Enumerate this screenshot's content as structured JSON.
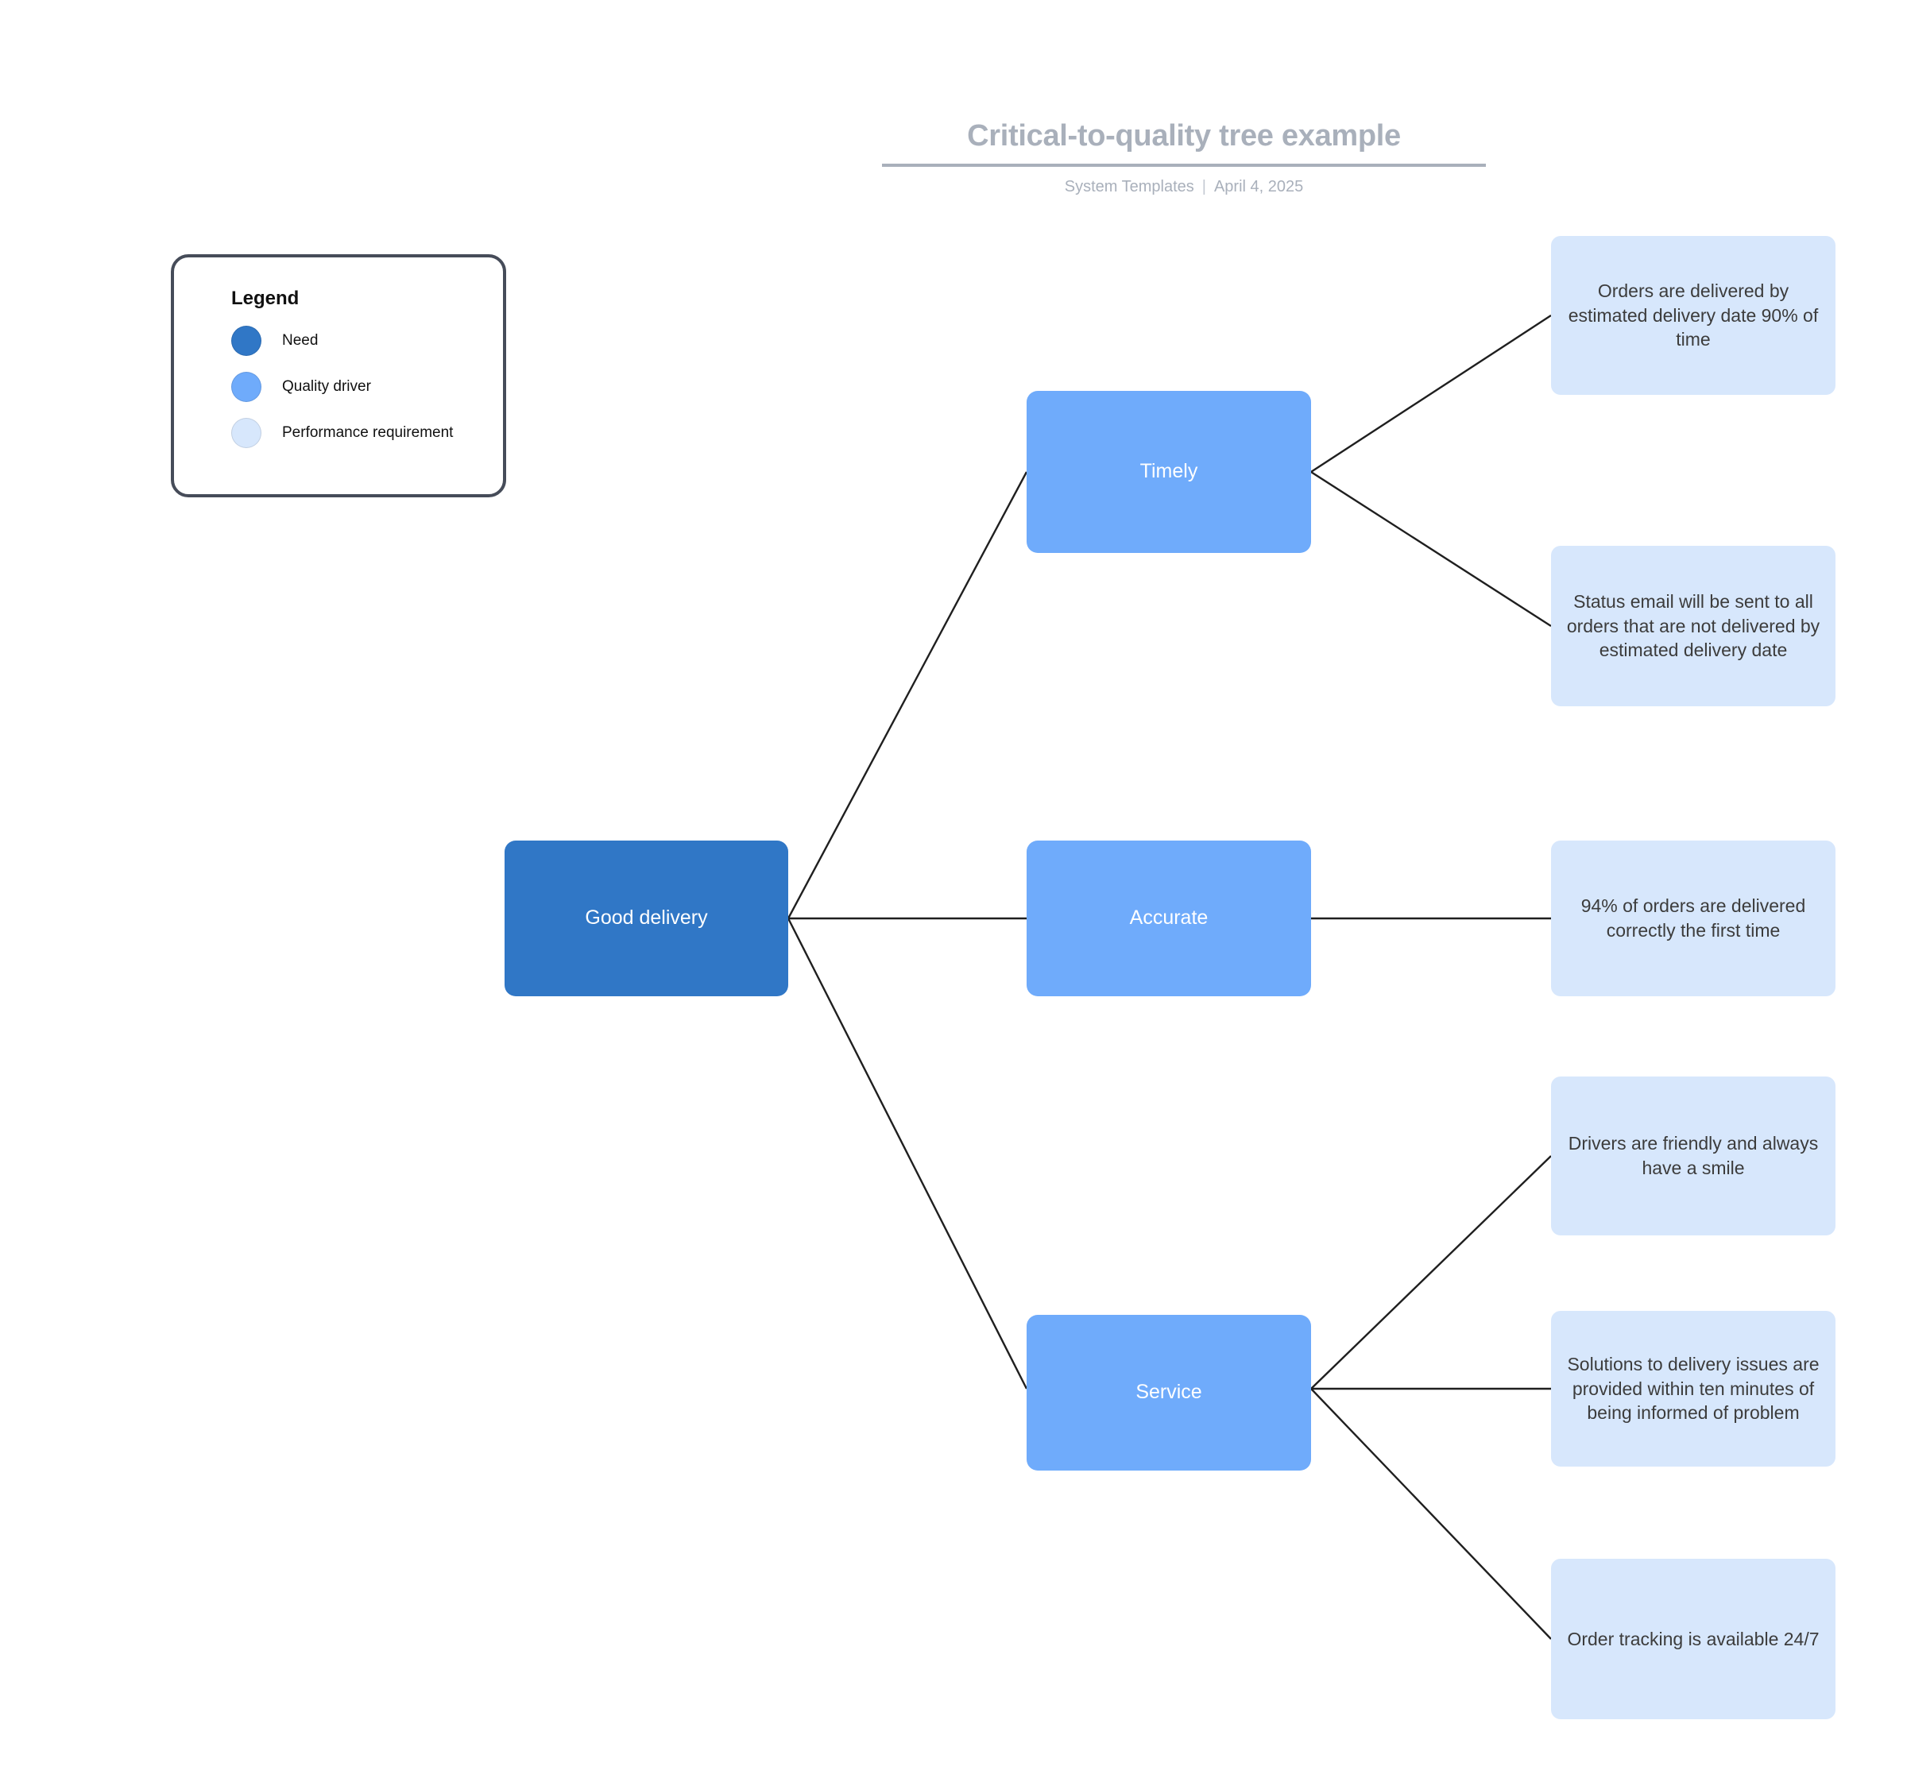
{
  "header": {
    "title": "Critical-to-quality tree example",
    "author": "System Templates",
    "separator": "|",
    "date": "April 4, 2025"
  },
  "legend": {
    "title": "Legend",
    "items": [
      {
        "label": "Need",
        "color": "#3077c6",
        "swatch_name": "need-swatch"
      },
      {
        "label": "Quality driver",
        "color": "#6fabfb",
        "swatch_name": "quality-driver-swatch"
      },
      {
        "label": "Performance requirement",
        "color": "#d7e7fc",
        "swatch_name": "performance-requirement-swatch"
      }
    ]
  },
  "diagram": {
    "type": "critical-to-quality-tree",
    "root": {
      "id": "good-delivery",
      "label": "Good delivery",
      "kind": "need",
      "color": "#3077c6"
    },
    "drivers": [
      {
        "id": "timely",
        "label": "Timely",
        "kind": "quality-driver",
        "color": "#6fabfb"
      },
      {
        "id": "accurate",
        "label": "Accurate",
        "kind": "quality-driver",
        "color": "#6fabfb"
      },
      {
        "id": "service",
        "label": "Service",
        "kind": "quality-driver",
        "color": "#6fabfb"
      }
    ],
    "requirements": [
      {
        "id": "req-1",
        "parent": "timely",
        "label": "Orders are delivered by estimated delivery date 90% of time",
        "kind": "performance-requirement",
        "color": "#d7e7fc"
      },
      {
        "id": "req-2",
        "parent": "timely",
        "label": "Status email will be sent to all orders that are not delivered by estimated delivery date",
        "kind": "performance-requirement",
        "color": "#d7e7fc"
      },
      {
        "id": "req-3",
        "parent": "accurate",
        "label": "94% of orders are delivered correctly the first time",
        "kind": "performance-requirement",
        "color": "#d7e7fc"
      },
      {
        "id": "req-4",
        "parent": "service",
        "label": "Drivers are friendly and always have a smile",
        "kind": "performance-requirement",
        "color": "#d7e7fc"
      },
      {
        "id": "req-5",
        "parent": "service",
        "label": "Solutions to delivery issues are provided within ten minutes of being informed of problem",
        "kind": "performance-requirement",
        "color": "#d7e7fc"
      },
      {
        "id": "req-6",
        "parent": "service",
        "label": "Order tracking is available 24/7",
        "kind": "performance-requirement",
        "color": "#d7e7fc"
      }
    ],
    "edge_color": "#1f1f1f"
  }
}
